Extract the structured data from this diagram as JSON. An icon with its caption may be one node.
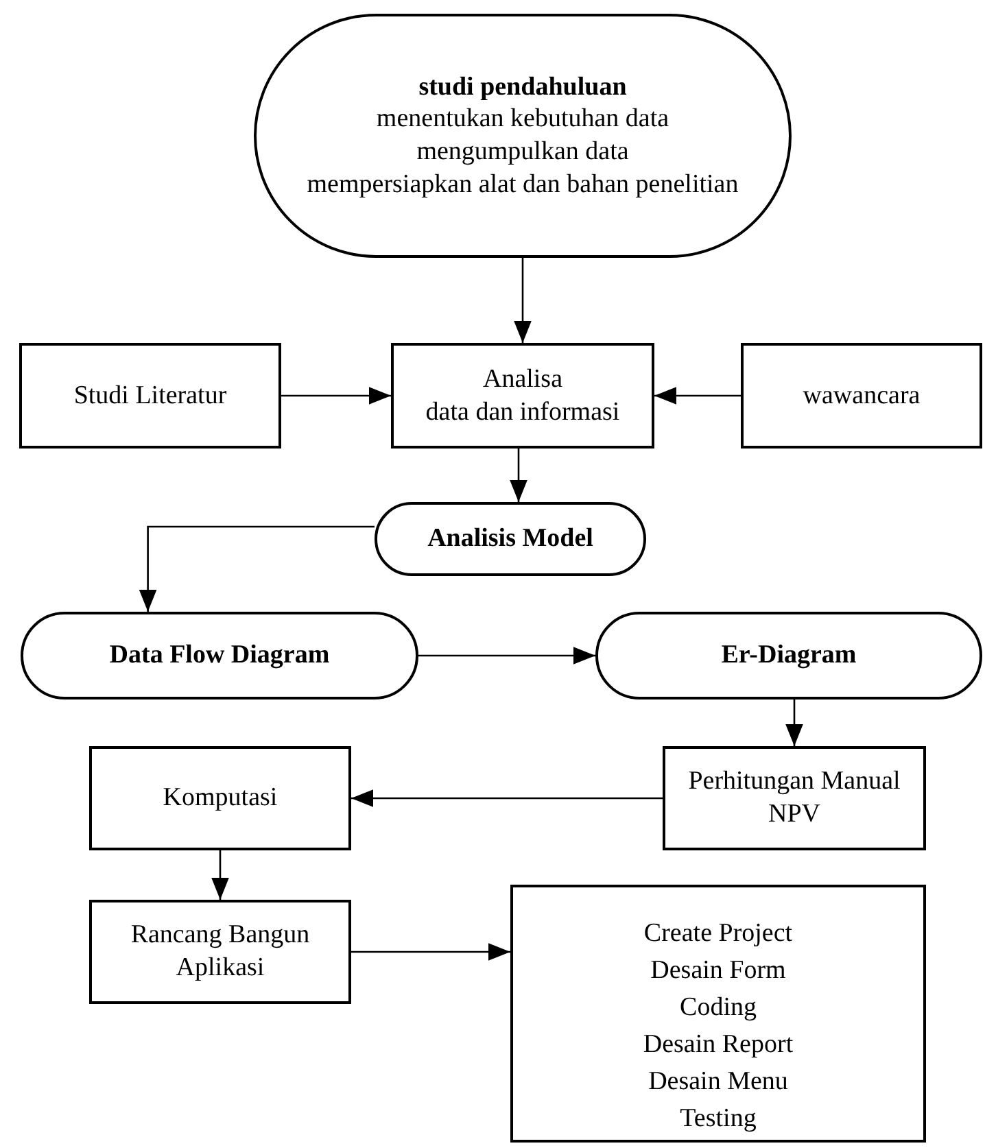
{
  "diagram": {
    "nodes": [
      {
        "text": [
          "studi pendahuluan",
          "menentukan kebutuhan data",
          "mengumpulkan data",
          "mempersiapkan alat dan bahan penelitian"
        ]
      },
      {
        "text": [
          "Studi Literatur"
        ]
      },
      {
        "text": [
          "Analisa",
          "data dan informasi"
        ]
      },
      {
        "text": [
          "wawancara"
        ]
      },
      {
        "text": [
          "Analisis Model"
        ]
      },
      {
        "text": [
          "Data Flow Diagram"
        ]
      },
      {
        "text": [
          "Er-Diagram"
        ]
      },
      {
        "text": [
          "Komputasi"
        ]
      },
      {
        "text": [
          "Perhitungan Manual",
          "NPV"
        ]
      },
      {
        "text": [
          "Rancang Bangun Aplikasi"
        ]
      },
      {
        "text": [
          "Create Project",
          "Desain Form",
          "Coding",
          "Desain Report",
          "Desain Menu",
          "Testing"
        ]
      }
    ],
    "edges": [
      {
        "from": 0,
        "to": 2,
        "arrow": "to"
      },
      {
        "from": 1,
        "to": 2,
        "arrow": "to"
      },
      {
        "from": 3,
        "to": 2,
        "arrow": "to"
      },
      {
        "from": 2,
        "to": 4,
        "arrow": "to"
      },
      {
        "from": 4,
        "to": 5,
        "arrow": "to"
      },
      {
        "from": 5,
        "to": 6,
        "arrow": "to"
      },
      {
        "from": 6,
        "to": 8,
        "arrow": "to"
      },
      {
        "from": 8,
        "to": 7,
        "arrow": "to"
      },
      {
        "from": 7,
        "to": 9,
        "arrow": "to"
      },
      {
        "from": 9,
        "to": 10,
        "arrow": "to"
      }
    ]
  }
}
